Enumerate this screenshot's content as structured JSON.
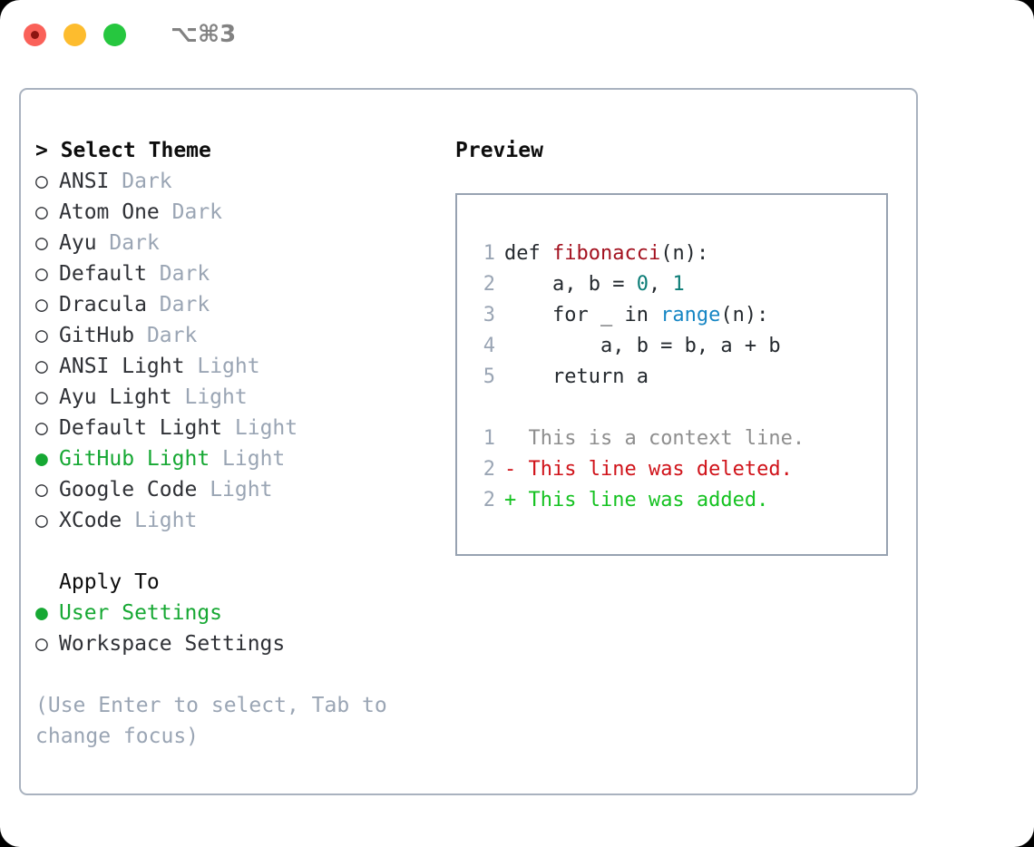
{
  "titlebar": {
    "shortcut": "⌥⌘3",
    "lights": [
      {
        "name": "close",
        "color": "#fa6159"
      },
      {
        "name": "minimize",
        "color": "#fdbc2e"
      },
      {
        "name": "maximize",
        "color": "#26c73f"
      }
    ]
  },
  "theme_list": {
    "header": "> Select Theme",
    "bullet_selected": "●",
    "bullet_unselected": "○",
    "items": [
      {
        "bullet": "○",
        "name": "ANSI",
        "badge": "Dark",
        "selected": false
      },
      {
        "bullet": "○",
        "name": "Atom One",
        "badge": "Dark",
        "selected": false
      },
      {
        "bullet": "○",
        "name": "Ayu",
        "badge": "Dark",
        "selected": false
      },
      {
        "bullet": "○",
        "name": "Default",
        "badge": "Dark",
        "selected": false
      },
      {
        "bullet": "○",
        "name": "Dracula",
        "badge": "Dark",
        "selected": false
      },
      {
        "bullet": "○",
        "name": "GitHub",
        "badge": "Dark",
        "selected": false
      },
      {
        "bullet": "○",
        "name": "ANSI Light",
        "badge": "Light",
        "selected": false
      },
      {
        "bullet": "○",
        "name": "Ayu Light",
        "badge": "Light",
        "selected": false
      },
      {
        "bullet": "○",
        "name": "Default Light",
        "badge": "Light",
        "selected": false
      },
      {
        "bullet": "●",
        "name": "GitHub Light",
        "badge": "Light",
        "selected": true
      },
      {
        "bullet": "○",
        "name": "Google Code",
        "badge": "Light",
        "selected": false
      },
      {
        "bullet": "○",
        "name": "XCode",
        "badge": "Light",
        "selected": false
      }
    ]
  },
  "apply_to": {
    "header": "Apply To",
    "items": [
      {
        "bullet": "●",
        "label": "User Settings",
        "selected": true
      },
      {
        "bullet": "○",
        "label": "Workspace Settings",
        "selected": false
      }
    ]
  },
  "hint": "(Use Enter to select, Tab to change focus)",
  "preview": {
    "title": "Preview",
    "code_lines": [
      {
        "number": "1",
        "tokens": [
          {
            "text": "def ",
            "kind": "plain"
          },
          {
            "text": "fibonacci",
            "kind": "fn"
          },
          {
            "text": "(n):",
            "kind": "plain"
          }
        ]
      },
      {
        "number": "2",
        "tokens": [
          {
            "text": "    a, b = ",
            "kind": "plain"
          },
          {
            "text": "0",
            "kind": "num"
          },
          {
            "text": ", ",
            "kind": "plain"
          },
          {
            "text": "1",
            "kind": "num"
          }
        ]
      },
      {
        "number": "3",
        "tokens": [
          {
            "text": "    for _ in ",
            "kind": "plain"
          },
          {
            "text": "range",
            "kind": "call"
          },
          {
            "text": "(n):",
            "kind": "plain"
          }
        ]
      },
      {
        "number": "4",
        "tokens": [
          {
            "text": "        a, b = b, a + b",
            "kind": "plain"
          }
        ]
      },
      {
        "number": "5",
        "tokens": [
          {
            "text": "    return a",
            "kind": "plain"
          }
        ]
      }
    ],
    "diff_lines": [
      {
        "number": "1",
        "marker": " ",
        "text": " This is a context line.",
        "kind": "context"
      },
      {
        "number": "2",
        "marker": "-",
        "text": " This line was deleted.",
        "kind": "removed"
      },
      {
        "number": "2",
        "marker": "+",
        "text": " This line was added.",
        "kind": "added"
      }
    ]
  },
  "colors": {
    "accent_green": "#16a833",
    "badge_gray": "#9aa5b4",
    "border": "#a9b2bf",
    "preview_border": "#97a2b1",
    "syntax_function": "#a3111f",
    "syntax_number": "#0b7c76",
    "syntax_call": "#1686c4",
    "diff_added": "#15c221",
    "diff_removed": "#d0131a",
    "diff_context": "#8e8e8e"
  }
}
